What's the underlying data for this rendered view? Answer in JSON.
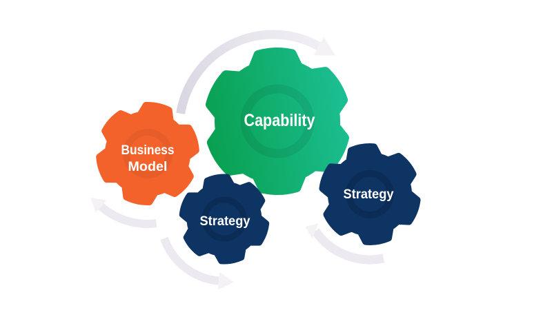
{
  "diagram": {
    "name": "gears-cycle-diagram",
    "background": "#FFFFFF"
  },
  "gears": [
    {
      "id": "capability",
      "label_lines": [
        "Capability"
      ],
      "fill_start": "#089F4E",
      "fill_end": "#1CC095",
      "text_color": "#FFFFFF"
    },
    {
      "id": "business-model",
      "label_lines": [
        "Business",
        "Model"
      ],
      "fill": "#F4622C",
      "text_color": "#FFFFFF"
    },
    {
      "id": "strategy-center",
      "label_lines": [
        "Strategy"
      ],
      "fill": "#0E3464",
      "text_color": "#FFFFFF"
    },
    {
      "id": "strategy-right",
      "label_lines": [
        "Strategy"
      ],
      "fill": "#0E3464",
      "text_color": "#FFFFFF"
    }
  ],
  "colors": {
    "arrow_shaft": "#ECE9F0",
    "arrow_shaft_dark": "#D9D6E2",
    "arrow_shaft_light": "#F2F0F5",
    "arrow_head": "#F4F2F5",
    "background": "#FFFFFF"
  }
}
